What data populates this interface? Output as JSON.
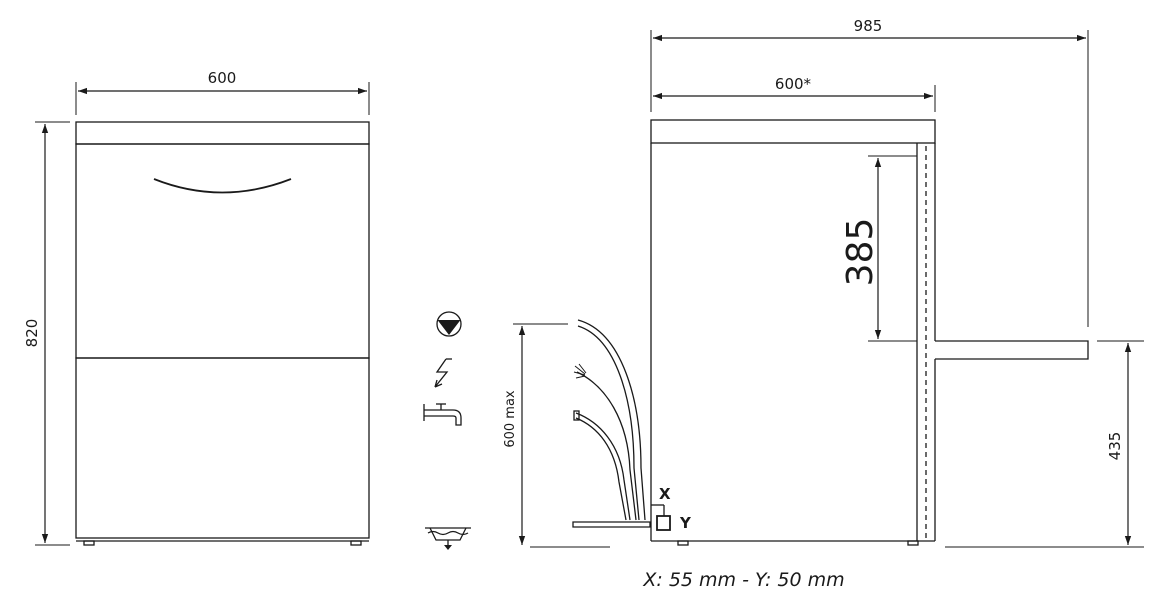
{
  "front_view": {
    "width_label": "600",
    "height_label": "820"
  },
  "side_view": {
    "overall_depth_label": "985",
    "body_depth_label": "600*",
    "door_opening_label": "385",
    "under_height_label": "435",
    "hose_height_label": "600 max",
    "point_x_label": "X",
    "point_y_label": "Y"
  },
  "legend_icons": [
    "drain-icon",
    "electric-icon",
    "water-tap-icon",
    "floor-drain-icon"
  ],
  "note": "X: 55 mm - Y: 50 mm"
}
